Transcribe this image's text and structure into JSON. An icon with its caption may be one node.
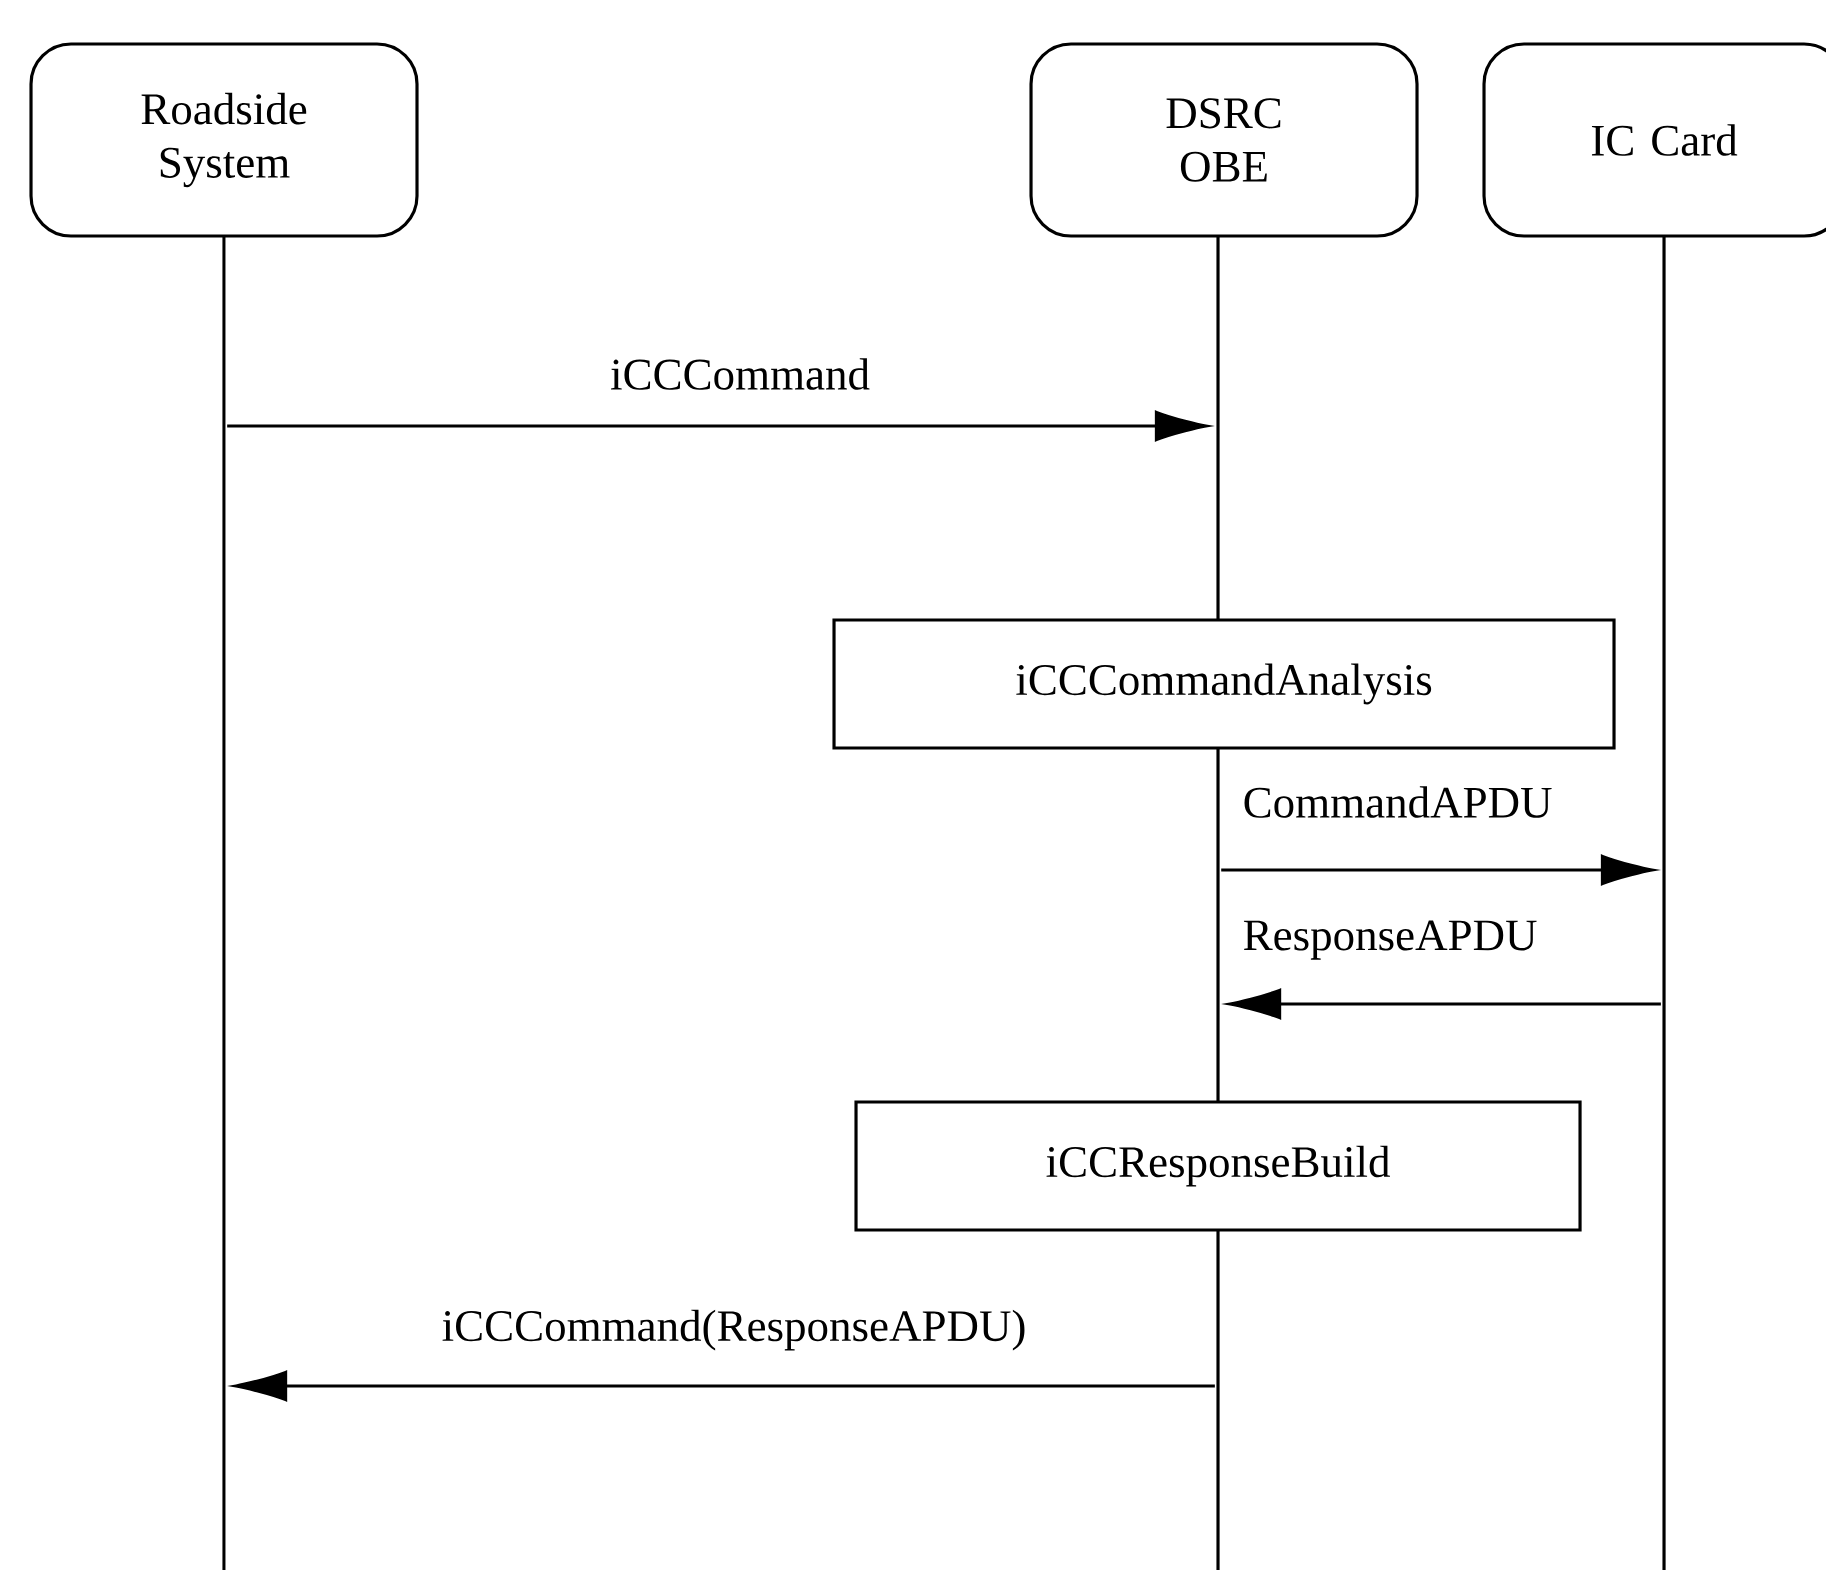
{
  "diagram": {
    "nodes": [
      {
        "text": [
          "Roadside System"
        ]
      },
      {
        "text": [
          "DSRC OBE"
        ]
      },
      {
        "text": [
          "IC Card"
        ]
      },
      {
        "text": [
          "iCCCommandAnalysis"
        ]
      },
      {
        "text": [
          "iCCResponseBuild"
        ]
      },
      {
        "text": [],
        "shape": "line"
      },
      {
        "text": [],
        "shape": "line"
      },
      {
        "text": [],
        "shape": "line"
      },
      {
        "text": [],
        "shape": "line"
      },
      {
        "text": [],
        "shape": "line"
      }
    ],
    "edges": [
      {
        "from": 5,
        "to": 6,
        "arrow": "to",
        "label": "iCCCommand"
      },
      {
        "from": 7,
        "to": 9,
        "arrow": "to",
        "label": "CommandAPDU"
      },
      {
        "from": 9,
        "to": 7,
        "arrow": "to",
        "label": "ResponseAPDU"
      },
      {
        "from": 8,
        "to": 5,
        "arrow": "to",
        "label": "iCCCommand(ResponseAPDU)"
      }
    ]
  }
}
